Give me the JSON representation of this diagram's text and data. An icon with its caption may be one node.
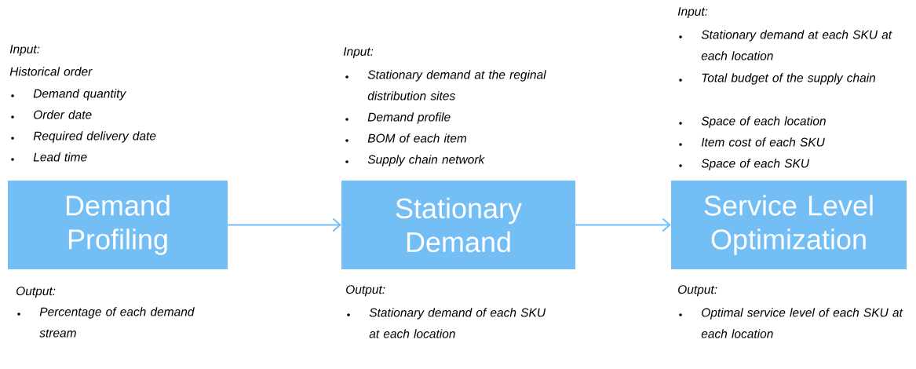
{
  "diagram": {
    "nodes": [
      {
        "text": [
          "Demand Profiling"
        ],
        "beside": [
          "Input:",
          "Historical order",
          "Demand quantity",
          "Order date",
          "Required delivery date",
          "Lead time",
          "Output:",
          "Percentage of each demand stream"
        ]
      },
      {
        "text": [
          "Stationary Demand"
        ],
        "beside": [
          "Input:",
          "Stationary demand at the reginal distribution sites",
          "Demand profile",
          "BOM of each item",
          "Supply chain network",
          "Output:",
          "Stationary demand of each SKU at each location"
        ]
      },
      {
        "text": [
          "Service Level Optimization"
        ],
        "beside": [
          "Input:",
          "Stationary demand at each SKU at each location",
          "Total budget of the supply chain",
          "Space of each location",
          "Item cost of each SKU",
          "Space of each SKU",
          "Output:",
          "Optimal service level of each SKU at each location"
        ]
      }
    ],
    "edges": [
      {
        "from": 0,
        "to": 1,
        "arrow": "to"
      },
      {
        "from": 1,
        "to": 2,
        "arrow": "to"
      }
    ]
  }
}
